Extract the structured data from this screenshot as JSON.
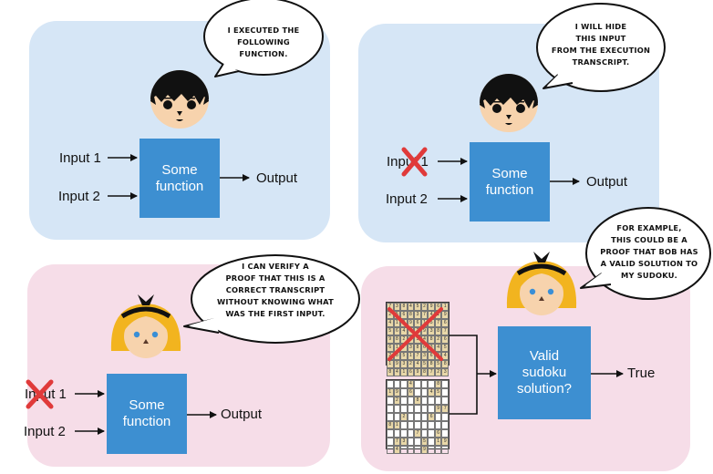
{
  "panels": {
    "top_left": {
      "character": "bob",
      "speech": [
        "I executed the",
        "following",
        "function."
      ],
      "inputs": [
        "Input 1",
        "Input 2"
      ],
      "function_label": [
        "Some",
        "function"
      ],
      "output": "Output",
      "input1_crossed": false
    },
    "top_right": {
      "character": "bob",
      "speech": [
        "I will hide",
        "this input",
        "from the execution",
        "transcript."
      ],
      "inputs": [
        "Input 1",
        "Input 2"
      ],
      "function_label": [
        "Some",
        "function"
      ],
      "output": "Output",
      "input1_crossed": true
    },
    "bottom_left": {
      "character": "alice",
      "speech": [
        "I can verify a",
        "proof that this is a",
        "correct transcript",
        "without knowing what",
        "was the first input."
      ],
      "inputs": [
        "Input 1",
        "Input 2"
      ],
      "function_label": [
        "Some",
        "function"
      ],
      "output": "Output",
      "input1_crossed": true
    },
    "bottom_right": {
      "character": "alice",
      "speech": [
        "For example,",
        "this could be a",
        "proof that Bob has",
        "a valid solution to",
        "my sudoku."
      ],
      "function_label": [
        "Valid",
        "sudoku",
        "solution?"
      ],
      "output": "True",
      "solution_crossed": true,
      "solution_grid": [
        "738452961",
        "256837419",
        "419961576",
        "564129387",
        "982734826",
        "617386345",
        "285173694",
        "193245858",
        "841698723"
      ],
      "puzzle_grid": [
        "___4___8_",
        "19_6__45_",
        "_2__8____",
        "_______97",
        "__2___6__",
        "81_______",
        "____7__6_",
        "_73__5_19",
        "_4___9___"
      ]
    }
  },
  "colors": {
    "panel_blue": "#d6e6f6",
    "panel_pink": "#f6dde8",
    "function_box": "#3d8fd1",
    "cross_red": "#e03a3a",
    "skin": "#f7d3ad",
    "alice_hair": "#f2b41f"
  }
}
